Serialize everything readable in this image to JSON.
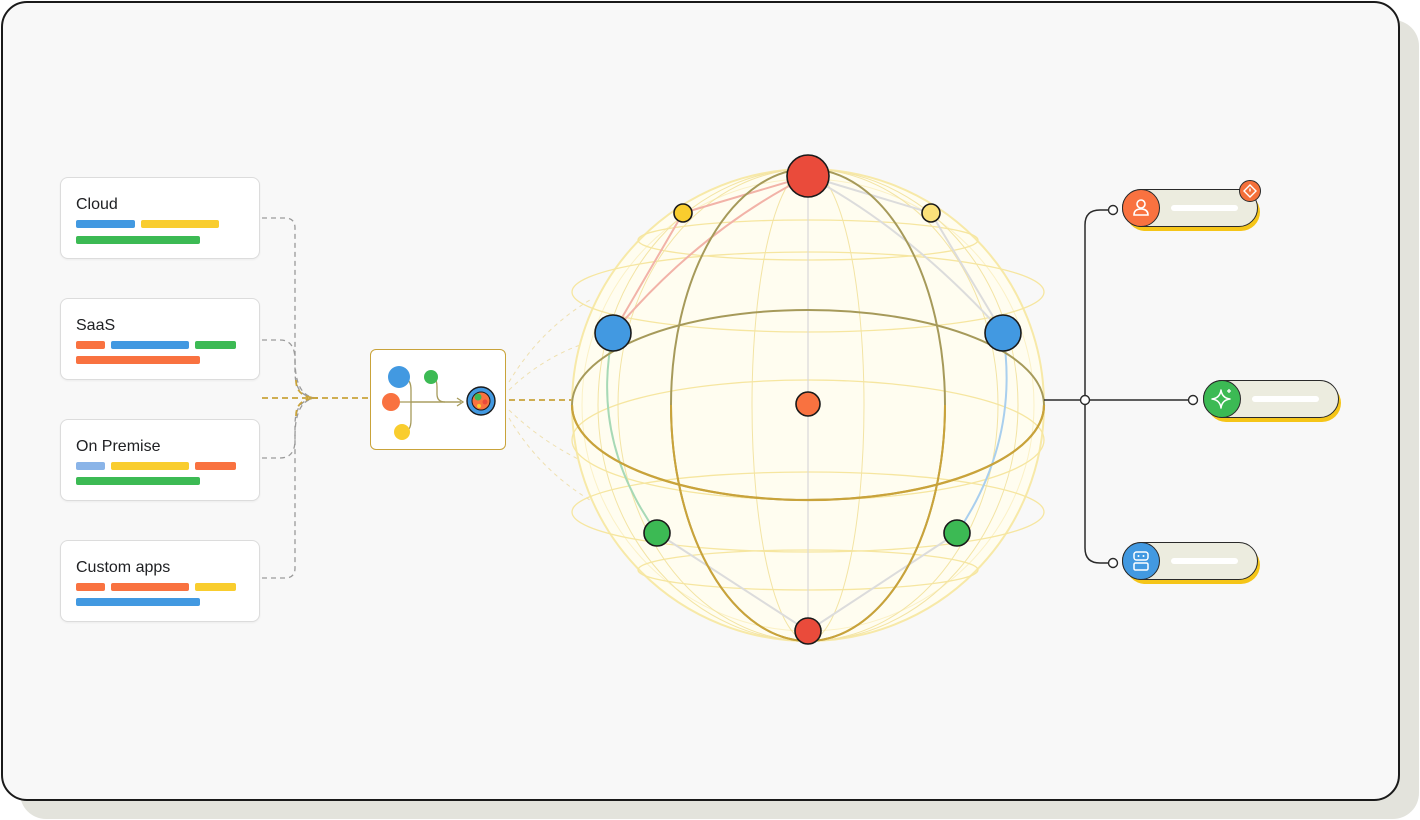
{
  "sources": [
    {
      "label": "Cloud",
      "bar_colors": [
        "#4299e1",
        "#f9cd2e",
        "#3cba54"
      ]
    },
    {
      "label": "SaaS",
      "bar_colors": [
        "#f97240",
        "#4299e1",
        "#3cba54",
        "#f97240"
      ]
    },
    {
      "label": "On Premise",
      "bar_colors": [
        "#8ab4e8",
        "#f9cd2e",
        "#f97240",
        "#3cba54"
      ]
    },
    {
      "label": "Custom apps",
      "bar_colors": [
        "#f97240",
        "#f97240",
        "#f9cd2e",
        "#4299e1"
      ]
    }
  ],
  "outputs": [
    {
      "icon": "person-icon",
      "color": "#f97240",
      "badge_icon": "diamond-warning-icon"
    },
    {
      "icon": "sparkle-icon",
      "color": "#3cba54"
    },
    {
      "icon": "robot-icon",
      "color": "#4299e1"
    }
  ],
  "hub": {
    "icon": "data-flow-icon",
    "node_colors": [
      "#4299e1",
      "#f97240",
      "#f9cd2e",
      "#3cba54"
    ]
  },
  "sphere": {
    "node_colors": {
      "red": "#ea4b3b",
      "orange": "#f97240",
      "yellow": "#f9cd2e",
      "blue": "#4299e1",
      "green": "#3cba54"
    },
    "accent": "#c9a33a",
    "meridian": "#a69a5a"
  }
}
